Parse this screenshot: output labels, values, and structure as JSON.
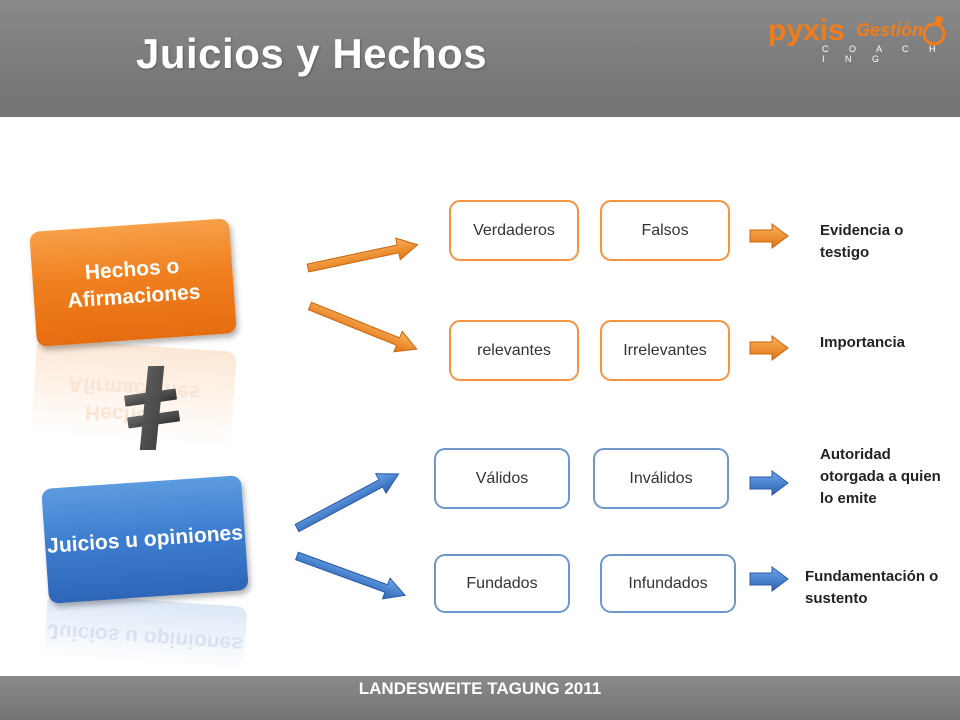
{
  "header": {
    "title": "Juicios y Hechos"
  },
  "logo": {
    "brand": "pyxis",
    "sub": "Gestión",
    "tagline": "C O A C H I N G"
  },
  "footer": {
    "text": "LANDESWEITE TAGUNG 2011"
  },
  "hechos": {
    "label": "Hechos o Afirmaciones",
    "pairs": [
      {
        "left": "Verdaderos",
        "right": "Falsos",
        "criterion": "Evidencia o testigo"
      },
      {
        "left": "relevantes",
        "right": "Irrelevantes",
        "criterion": "Importancia"
      }
    ]
  },
  "juicios": {
    "label": "Juicios u opiniones",
    "pairs": [
      {
        "left": "Válidos",
        "right": "Inválidos",
        "criterion": "Autoridad otorgada a quien lo emite"
      },
      {
        "left": "Fundados",
        "right": "Infundados",
        "criterion": "Fundamentación o sustento"
      }
    ]
  },
  "colors": {
    "orange": "#f0801f",
    "blue": "#3f7fd0",
    "header": "#7a7a7a",
    "not_equal": "#555555"
  },
  "icons": {
    "not_equal": "not-equal-icon",
    "arrow": "arrow-right-icon"
  }
}
